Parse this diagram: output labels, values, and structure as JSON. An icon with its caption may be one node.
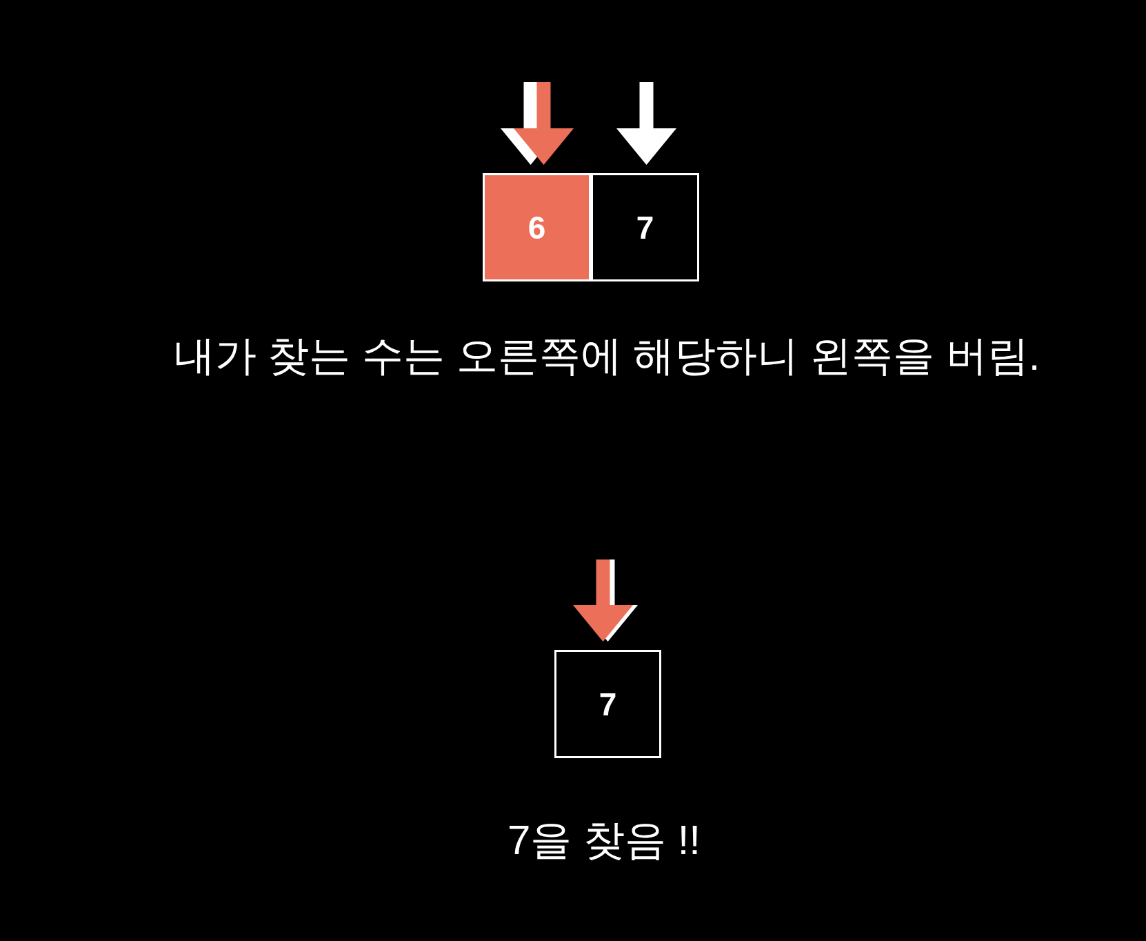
{
  "diagram": {
    "nodes": [
      {
        "text": [
          "6"
        ]
      },
      {
        "text": [
          "7"
        ]
      },
      {
        "text": [
          "7"
        ]
      }
    ],
    "edges": [
      {
        "from": null,
        "to": 0,
        "arrow": "to"
      },
      {
        "from": null,
        "to": 0,
        "arrow": "to",
        "color": "#ec7059"
      },
      {
        "from": null,
        "to": 1,
        "arrow": "to"
      },
      {
        "from": null,
        "to": 2,
        "arrow": "to"
      },
      {
        "from": null,
        "to": 2,
        "arrow": "to",
        "color": "#ec7059"
      }
    ],
    "labels": [
      "내가 찾는 수는 오른쪽에 해당하니 왼쪽을 버림.",
      "7을 찾음 !!"
    ]
  }
}
